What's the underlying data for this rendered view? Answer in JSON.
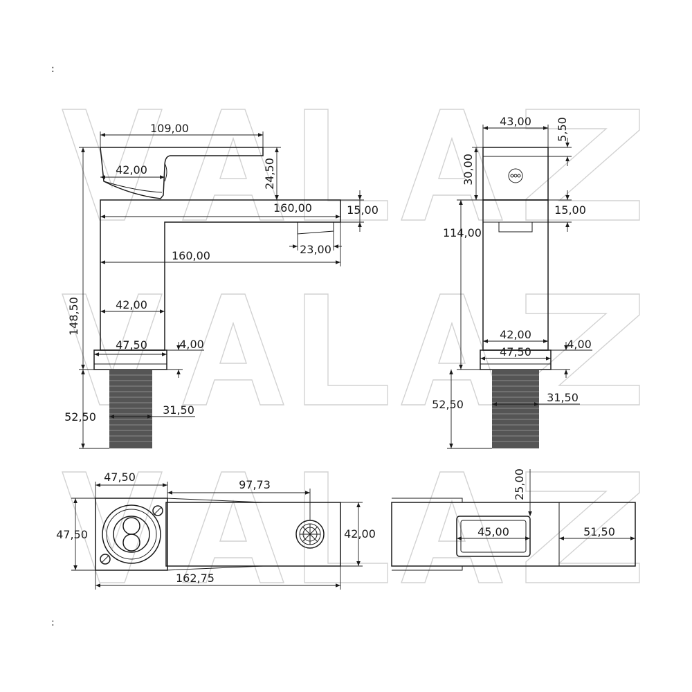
{
  "watermark": {
    "text": "VALAZ",
    "color": "#d2d2d2"
  },
  "marks": {
    "top_left": ":",
    "bottom_left": ":"
  },
  "front_view": {
    "lever_length": "109,00",
    "lever_inner": "42,00",
    "lever_height": "24,50",
    "spout_length_top": "160,00",
    "spout_thickness": "15,00",
    "aerator_width": "23,00",
    "spout_length_bottom": "160,00",
    "body_width": "42,00",
    "total_height": "148,50",
    "base_width": "47,50",
    "base_thickness": "4,00",
    "shank_length": "52,50",
    "shank_diameter": "31,50"
  },
  "side_view": {
    "head_width": "43,00",
    "head_top": "5,50",
    "head_height": "30,00",
    "spout_thickness": "15,00",
    "body_height": "114,00",
    "body_width": "42,00",
    "base_width": "47,50",
    "base_thickness": "4,00",
    "shank_length": "52,50",
    "shank_diameter": "31,50"
  },
  "top_view": {
    "base_width": "47,50",
    "base_depth": "47,50",
    "aerator_offset": "97,73",
    "spout_width": "42,00",
    "total_length": "162,75"
  },
  "bottom_view": {
    "slot_height": "25,00",
    "slot_width": "45,00",
    "end_length": "51,50"
  }
}
